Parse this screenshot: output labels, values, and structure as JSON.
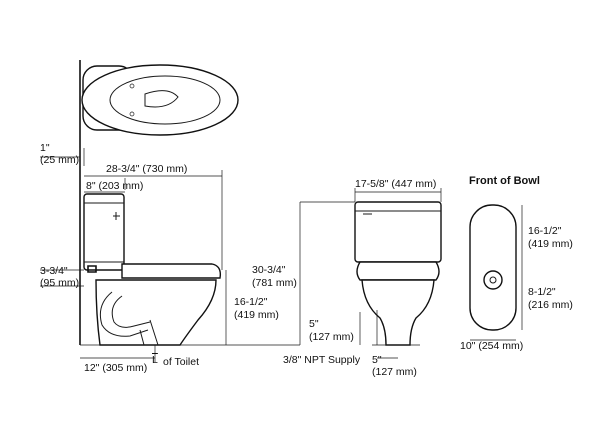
{
  "title": "Front of Bowl",
  "labels": {
    "d_1in_a": "1\"",
    "d_1in_b": "(25 mm)",
    "d_28_a": "28-3/4\" (730 mm)",
    "d_8_a": "8\" (203 mm)",
    "d_3_a": "3-3/4\"",
    "d_3_b": "(95 mm)",
    "d_30_a": "30-3/4\"",
    "d_30_b": "(781 mm)",
    "d_16s_a": "16-1/2\"",
    "d_16s_b": "(419 mm)",
    "d_12_a": "12\" (305 mm)",
    "d_cl": "of Toilet",
    "d_cl_sym": "L",
    "d_17_a": "17-5/8\" (447 mm)",
    "d_5v_a": "5\"",
    "d_5v_b": "(127 mm)",
    "d_supply": "3/8\" NPT Supply",
    "d_5h_a": "5\"",
    "d_5h_b": "(127 mm)",
    "d_16f_a": "16-1/2\"",
    "d_16f_b": "(419 mm)",
    "d_8h_a": "8-1/2\"",
    "d_8h_b": "(216 mm)",
    "d_10_a": "10\" (254 mm)"
  }
}
